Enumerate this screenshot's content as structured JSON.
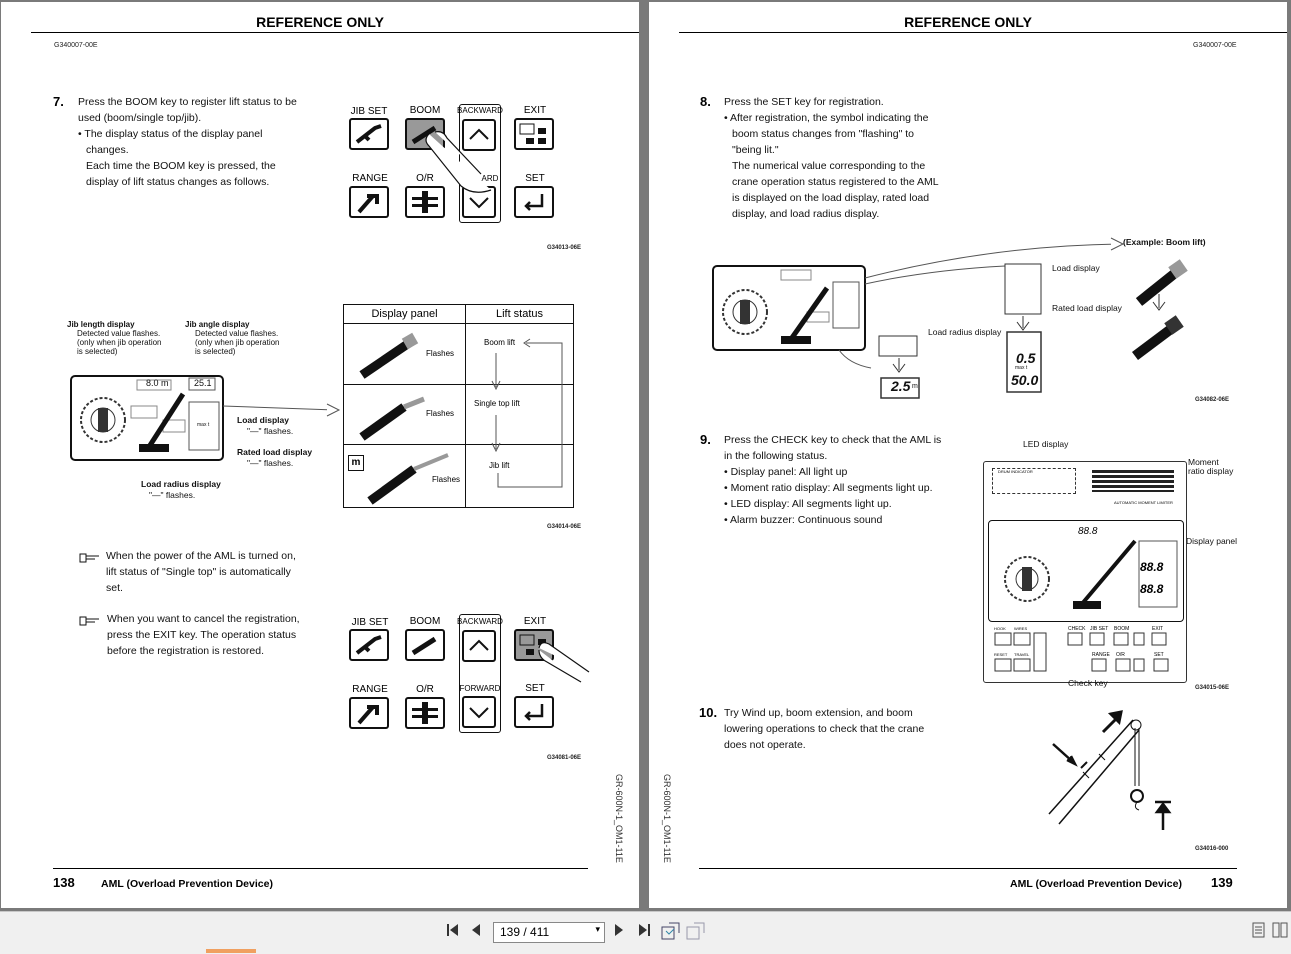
{
  "header_text": "REFERENCE ONLY",
  "left": {
    "doc_id": "G340007-00E",
    "step7": {
      "num": "7.",
      "line1": "Press the BOOM key to register lift status to be",
      "line2": "used (boom/single top/jib).",
      "line3": "• The display status of the display panel",
      "line4": "changes.",
      "line5": "Each time the BOOM key is pressed, the",
      "line6": "display of lift status changes as follows."
    },
    "keys_top": {
      "jib_set": "JIB SET",
      "boom": "BOOM",
      "backward": "BACKWARD",
      "exit": "EXIT",
      "range": "RANGE",
      "or": "O/R",
      "forward_partial": "ARD",
      "set": "SET"
    },
    "fig1": "G34013-06E",
    "display_diagram": {
      "jib_length_title": "Jib length display",
      "jib_length_d1": "Detected value flashes.",
      "jib_length_d2": "(only when jib operation",
      "jib_length_d3": "is selected)",
      "jib_angle_title": "Jib angle display",
      "jib_angle_d1": "Detected value flashes.",
      "jib_angle_d2": "(only when jib operation",
      "jib_angle_d3": "is selected)",
      "load_display": "Load display",
      "load_flash": "\"—\" flashes.",
      "rated_load": "Rated load display",
      "rated_flash": "\"—\" flashes.",
      "radius": "Load radius display",
      "radius_flash": "\"—\" flashes.",
      "val_len": "8.0",
      "val_len_unit": "m",
      "val_ang": "25.1",
      "max_t": "max t"
    },
    "table": {
      "col1": "Display panel",
      "col2": "Lift status",
      "flashes": "Flashes",
      "row1": "Boom lift",
      "row2": "Single top lift",
      "row3": "Jib lift",
      "m": "m"
    },
    "fig2": "G34014-06E",
    "note1": {
      "l1": "When the power of the AML is turned on,",
      "l2": "lift status of \"Single top\" is automatically",
      "l3": "set."
    },
    "note2": {
      "l1": "When you want to cancel the registration,",
      "l2": "press the EXIT key. The operation status",
      "l3": "before the registration is restored."
    },
    "keys_bottom": {
      "jib_set": "JIB SET",
      "boom": "BOOM",
      "backward": "BACKWARD",
      "exit": "EXIT",
      "range": "RANGE",
      "or": "O/R",
      "forward": "FORWARD",
      "set": "SET"
    },
    "fig3": "G34081-06E",
    "vertical_code": "GR-600N-1_OM1-11E",
    "page_number": "138",
    "footer_title": "AML (Overload Prevention Device)"
  },
  "right": {
    "doc_id": "G340007-00E",
    "step8": {
      "num": "8.",
      "line1": "Press the SET key for registration.",
      "line2": "• After registration, the symbol indicating the",
      "line3": "boom status changes from \"flashing\" to",
      "line4": "\"being lit.\"",
      "line5": "The numerical value corresponding to the",
      "line6": "crane operation status registered to the AML",
      "line7": "is displayed on the load display, rated load",
      "line8": "display, and load radius display."
    },
    "diagram8": {
      "example": "(Example: Boom lift)",
      "load_display": "Load display",
      "rated_load": "Rated load display",
      "radius": "Load radius display",
      "v_load": "0.5",
      "v_rated": "50.0",
      "v_radius": "2.5",
      "unit_m": "m",
      "unit_t": "t",
      "max_t": "max t"
    },
    "fig4": "G34082-06E",
    "step9": {
      "num": "9.",
      "line1": "Press the CHECK key to check that the AML is",
      "line2": "in the following status.",
      "b1": "• Display panel: All light up",
      "b2": "• Moment ratio display: All segments light up.",
      "b3": "• LED display:  All segments light up.",
      "b4": "• Alarm buzzer: Continuous sound"
    },
    "panel9": {
      "led_display": "LED display",
      "moment1": "Moment",
      "moment2": "ratio display",
      "display_panel": "Display panel",
      "check_key": "Check key",
      "drum": "DRUM INDICATOR",
      "aml": "AUTOMATIC MOMENT LIMITER",
      "seg": "88.8",
      "hook": "HOOK",
      "wires": "WIRES",
      "check": "CHECK",
      "jibset": "JIB SET",
      "boom": "BOOM",
      "exit": "EXIT",
      "reset": "RESET",
      "travel": "TRAVEL",
      "range": "RANGE",
      "or": "O/R",
      "set": "SET"
    },
    "fig5": "G34015-06E",
    "step10": {
      "num": "10.",
      "line1": "Try Wind up, boom extension, and boom",
      "line2": "lowering operations to check that the crane",
      "line3": "does not operate."
    },
    "fig6": "G34016-000",
    "vertical_code": "GR-600N-1_OM1-11E",
    "page_number": "139",
    "footer_title": "AML (Overload Prevention Device)"
  },
  "toolbar": {
    "page_indicator": "139 / 411",
    "first_icon": "first-page-icon",
    "prev_icon": "prev-page-icon",
    "next_icon": "next-page-icon",
    "last_icon": "last-page-icon"
  }
}
